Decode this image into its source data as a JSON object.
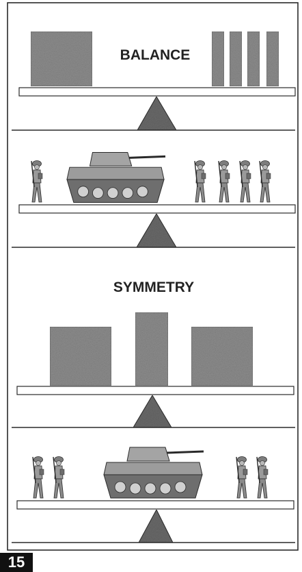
{
  "labels": {
    "balance": "BALANCE",
    "symmetry": "SYMMETRY",
    "figure_number": "15"
  },
  "colors": {
    "ink": "#2a2a2a",
    "shade": "#8d8d8d",
    "shade_dark": "#6a6a6a",
    "paper": "#ffffff",
    "badge": "#111111"
  },
  "icons": [
    "block",
    "fulcrum-triangle",
    "plank",
    "tank",
    "soldier"
  ]
}
